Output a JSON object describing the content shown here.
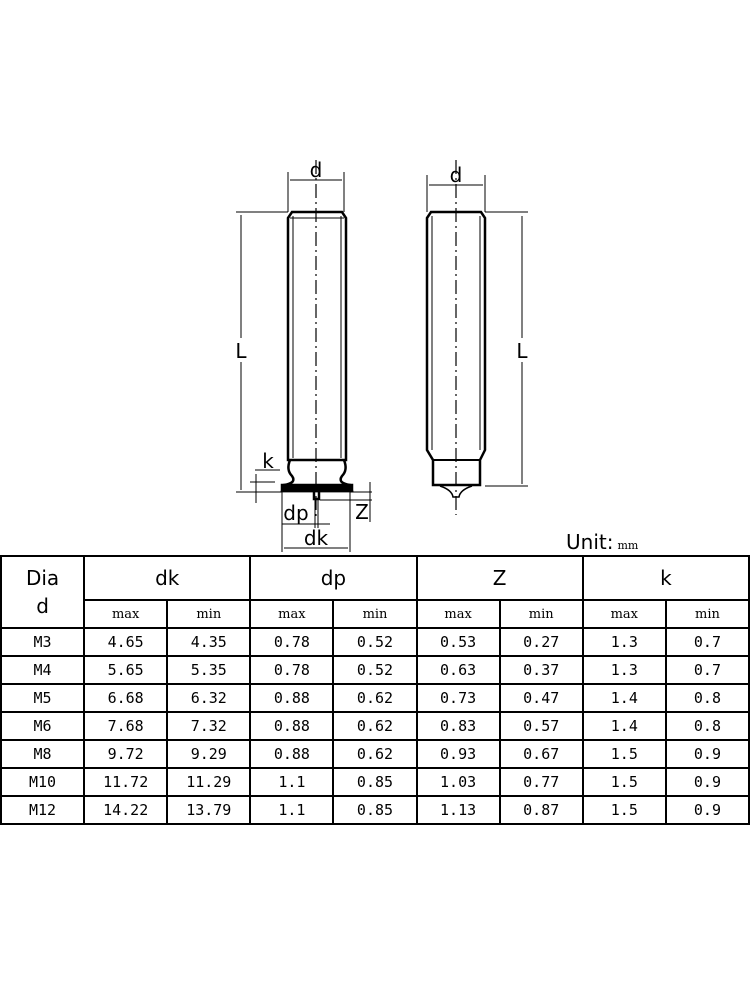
{
  "drawing": {
    "labels": {
      "d_left": "d",
      "d_right": "d",
      "L_left": "L",
      "L_right": "L",
      "k": "k",
      "dp": "dp",
      "dk": "dk",
      "Z": "Z"
    }
  },
  "unit": {
    "label": "Unit:",
    "value": "mm"
  },
  "table": {
    "dia_label": "Dia",
    "dia_sub": "d",
    "groups": [
      "dk",
      "dp",
      "Z",
      "k"
    ],
    "subheaders": [
      "max",
      "min",
      "max",
      "min",
      "max",
      "min",
      "max",
      "min"
    ],
    "rows": [
      [
        "M3",
        "4.65",
        "4.35",
        "0.78",
        "0.52",
        "0.53",
        "0.27",
        "1.3",
        "0.7"
      ],
      [
        "M4",
        "5.65",
        "5.35",
        "0.78",
        "0.52",
        "0.63",
        "0.37",
        "1.3",
        "0.7"
      ],
      [
        "M5",
        "6.68",
        "6.32",
        "0.88",
        "0.62",
        "0.73",
        "0.47",
        "1.4",
        "0.8"
      ],
      [
        "M6",
        "7.68",
        "7.32",
        "0.88",
        "0.62",
        "0.83",
        "0.57",
        "1.4",
        "0.8"
      ],
      [
        "M8",
        "9.72",
        "9.29",
        "0.88",
        "0.62",
        "0.93",
        "0.67",
        "1.5",
        "0.9"
      ],
      [
        "M10",
        "11.72",
        "11.29",
        "1.1",
        "0.85",
        "1.03",
        "0.77",
        "1.5",
        "0.9"
      ],
      [
        "M12",
        "14.22",
        "13.79",
        "1.1",
        "0.85",
        "1.13",
        "0.87",
        "1.5",
        "0.9"
      ]
    ]
  }
}
